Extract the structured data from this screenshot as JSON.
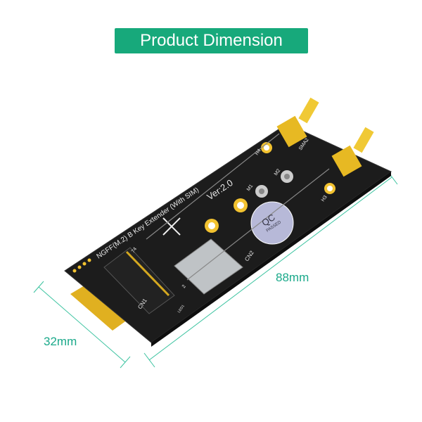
{
  "title": "Product Dimension",
  "dimensions": {
    "length": "88mm",
    "width": "32mm"
  },
  "colors": {
    "banner": "#17a97b",
    "dimension_lines": "#3cc3a0",
    "pcb": "#1c1c1c",
    "gold": "#f2c230"
  },
  "board": {
    "name": "NGFF(M.2) B Key Extender (With SIM)",
    "version": "Ver:2.0",
    "labels": {
      "m1": "M1",
      "m2": "M2",
      "h3": "H3",
      "h4": "H4",
      "sma2": "SMA2",
      "cn1": "CN1",
      "cn2": "CN2",
      "pin74": "74",
      "pin2": "2",
      "led": "LED1"
    },
    "qc_badge": {
      "line1": "QC",
      "line2": "PASSED"
    }
  }
}
